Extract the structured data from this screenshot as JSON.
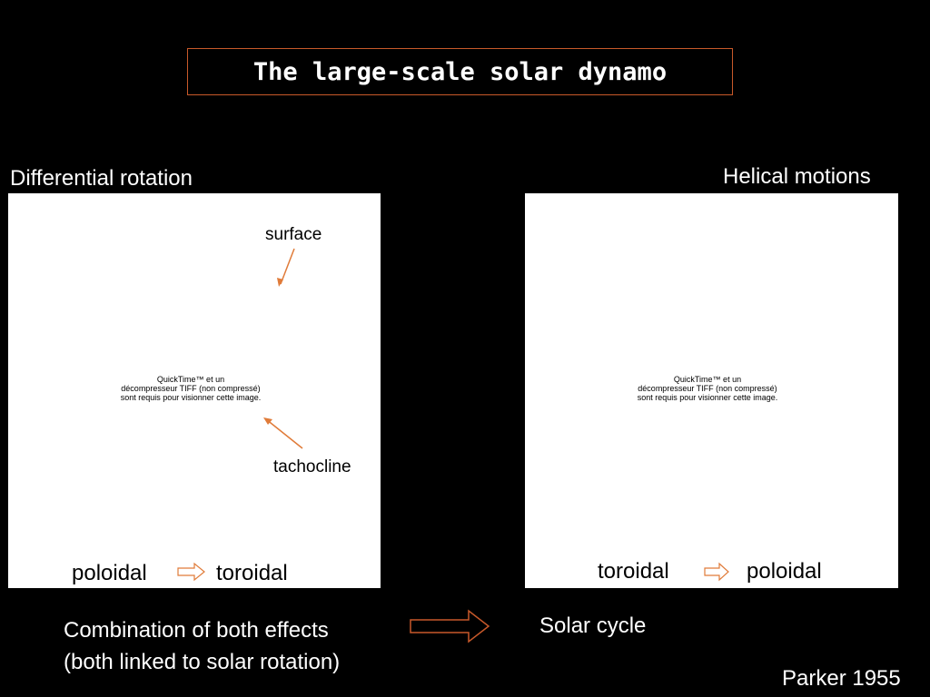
{
  "slide": {
    "title": "The large-scale solar dynamo",
    "left_label": "Differential rotation",
    "right_label": "Helical motions",
    "placeholder": {
      "line1": "QuickTime™ et un",
      "line2": "décompresseur TIFF (non compressé)",
      "line3": "sont requis pour visionner cette image."
    },
    "left_panel": {
      "annotation_top": "surface",
      "annotation_bottom": "tachocline",
      "from": "poloidal",
      "to": "toroidal"
    },
    "right_panel": {
      "from": "toroidal",
      "to": "poloidal"
    },
    "combination_line1": "Combination of both effects",
    "combination_line2": "(both linked to solar rotation)",
    "result": "Solar cycle",
    "citation": "Parker 1955"
  },
  "colors": {
    "background": "#000000",
    "accent": "#c8592a",
    "arrow_annotation": "#e07b39",
    "text": "#ffffff",
    "panel": "#ffffff"
  }
}
